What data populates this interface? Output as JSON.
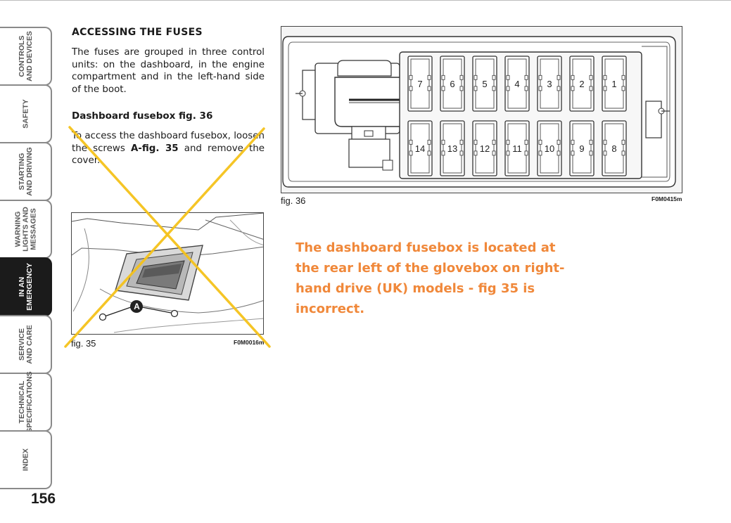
{
  "side_tabs": [
    {
      "lines": [
        "CONTROLS",
        "AND DEVICES"
      ],
      "active": false
    },
    {
      "lines": [
        "SAFETY"
      ],
      "active": false
    },
    {
      "lines": [
        "STARTING",
        "AND DRIVING"
      ],
      "active": false
    },
    {
      "lines": [
        "WARNING",
        "LIGHTS AND",
        "MESSAGES"
      ],
      "active": false
    },
    {
      "lines": [
        "IN AN",
        "EMERGENCY"
      ],
      "active": true
    },
    {
      "lines": [
        "SERVICE",
        "AND CARE"
      ],
      "active": false
    },
    {
      "lines": [
        "TECHNICAL",
        "SPECIFICATIONS"
      ],
      "active": false
    },
    {
      "lines": [
        "INDEX"
      ],
      "active": false
    }
  ],
  "page_number": "156",
  "section": {
    "heading": "ACCESSING THE FUSES",
    "intro": "The fuses are grouped in three control units: on the dashboard, in the engine compartment and in the left-hand side of the boot.",
    "subheading": "Dashboard fusebox fig. 36",
    "instruction_before": "To access the dashboard fusebox, loosen the screws ",
    "instruction_bold": "A-fig. 35",
    "instruction_after": " and remove the cover."
  },
  "fig35": {
    "caption": "fig. 35",
    "code": "F0M0016m",
    "marker": "A"
  },
  "fig36": {
    "caption": "fig. 36",
    "code": "F0M0415m",
    "fuses_top": [
      "7",
      "6",
      "5",
      "4",
      "3",
      "2",
      "1"
    ],
    "fuses_bottom": [
      "14",
      "13",
      "12",
      "11",
      "10",
      "9",
      "8"
    ]
  },
  "annotation": {
    "text": "The dashboard fusebox is located at the rear left of the glovebox on right-hand drive (UK) models - fig 35 is incorrect.",
    "color": "#f0883a"
  },
  "cross_color": "#f5c21b"
}
